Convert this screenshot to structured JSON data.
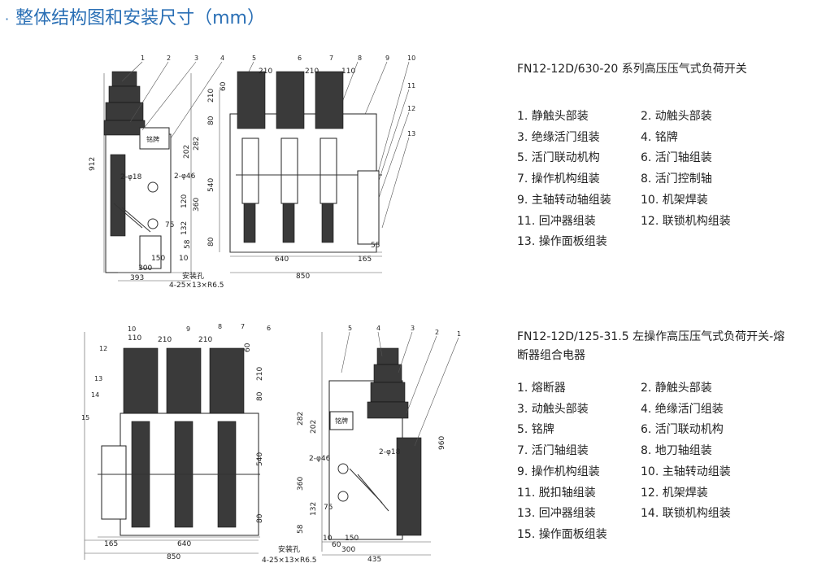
{
  "page": {
    "title": "整体结构图和安装尺寸（mm）"
  },
  "product1": {
    "caption": "FN12-12D/630-20 系列高压压气式负荷开关",
    "parts": [
      "1. 静触头部装",
      "2. 动触头部装",
      "3. 绝缘活门组装",
      "4. 铭牌",
      "5. 活门联动机构",
      "6. 活门轴组装",
      "7. 操作机构组装",
      "8. 活门控制轴",
      "9. 主轴转动轴组装",
      "10. 机架焊装",
      "11. 回冲器组装",
      "12. 联锁机构组装",
      "13. 操作面板组装"
    ],
    "drawing": {
      "part_numbers": [
        "1",
        "2",
        "3",
        "4",
        "5",
        "6",
        "7",
        "8",
        "9",
        "10",
        "11",
        "12",
        "13"
      ],
      "dims": [
        "912",
        "282",
        "202",
        "2-φ18",
        "2-φ46",
        "360",
        "120",
        "132",
        "75",
        "58",
        "150",
        "10",
        "300",
        "393",
        "安装孔",
        "4-25×13×R6.5",
        "60",
        "210",
        "210",
        "110",
        "210",
        "80",
        "540",
        "80",
        "640",
        "55",
        "165",
        "850"
      ],
      "nameplate": "铭牌"
    }
  },
  "product2": {
    "caption": "FN12-12D/125-31.5 左操作高压压气式负荷开关-熔断器组合电器",
    "parts": [
      "1. 熔断器",
      "2. 静触头部装",
      "3. 动触头部装",
      "4. 绝缘活门组装",
      "5. 铭牌",
      "6. 活门联动机构",
      "7. 活门轴组装",
      "8. 地刀轴组装",
      "9. 操作机构组装",
      "10. 主轴转动组装",
      "11. 脱扣轴组装",
      "12. 机架焊装",
      "13. 回冲器组装",
      "14. 联锁机构组装",
      "15. 操作面板组装"
    ],
    "drawing": {
      "part_numbers": [
        "10",
        "9",
        "8",
        "7",
        "6",
        "12",
        "13",
        "14",
        "15",
        "5",
        "4",
        "3",
        "2",
        "1"
      ],
      "dims": [
        "110",
        "210",
        "210",
        "60",
        "210",
        "80",
        "540",
        "80",
        "165",
        "640",
        "850",
        "安装孔",
        "4-25×13×R6.5",
        "282",
        "202",
        "2-φ46",
        "360",
        "132",
        "75",
        "58",
        "2-φ18",
        "960",
        "10",
        "60",
        "150",
        "300",
        "435"
      ],
      "nameplate": "铭牌"
    }
  }
}
